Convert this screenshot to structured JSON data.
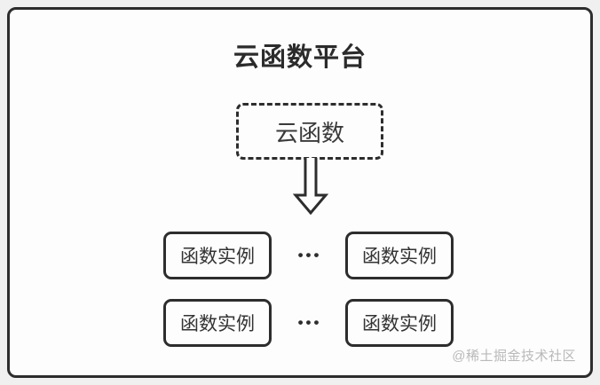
{
  "diagram": {
    "title": "云函数平台",
    "cloud_function": {
      "label": "云函数"
    },
    "instances": [
      "函数实例",
      "函数实例",
      "函数实例",
      "函数实例"
    ],
    "ellipsis": "•••",
    "watermark": "@稀土掘金技术社区",
    "colors": {
      "line": "#2d2d2d",
      "title_text": "#2b2b2b",
      "body_text": "#333333",
      "watermark_text": "#b9b9b9",
      "card_background": "#fdfdfd",
      "page_background": "#f0f0f0"
    }
  }
}
